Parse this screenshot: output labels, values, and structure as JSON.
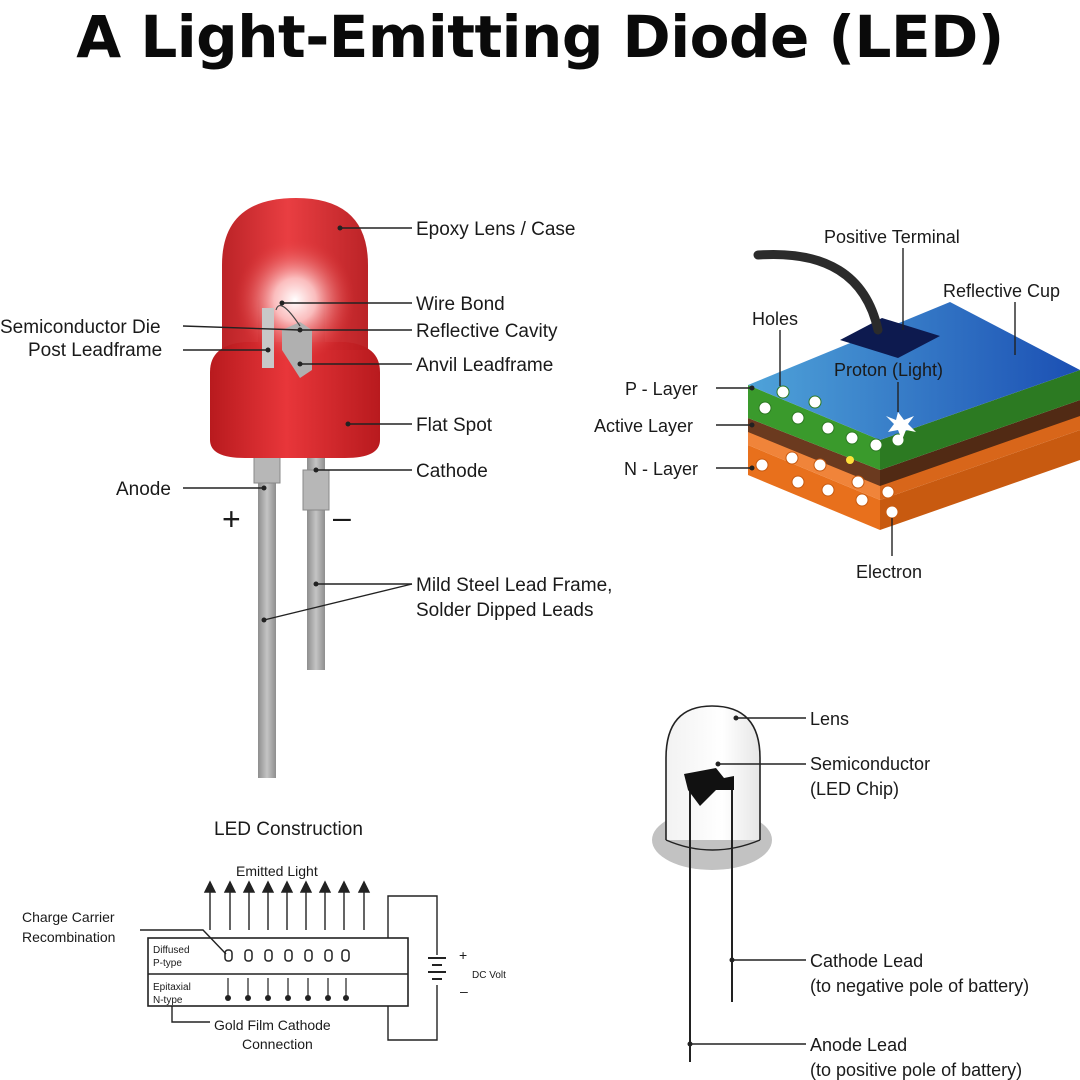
{
  "title": "A Light-Emitting Diode (LED)",
  "led": {
    "labels": {
      "epoxy": "Epoxy Lens / Case",
      "wire_bond": "Wire Bond",
      "semiconductor_die": "Semiconductor Die",
      "reflective_cavity": "Reflective Cavity",
      "post_leadframe": "Post Leadframe",
      "anvil_leadframe": "Anvil Leadframe",
      "flat_spot": "Flat Spot",
      "anode": "Anode",
      "cathode": "Cathode",
      "plus": "+",
      "minus": "–",
      "lead_frame_1": "Mild Steel Lead Frame,",
      "lead_frame_2": "Solder Dipped Leads"
    },
    "colors": {
      "body": "#d9262a",
      "leads": "#a9a9a9"
    }
  },
  "junction": {
    "labels": {
      "positive_terminal": "Positive Terminal",
      "reflective_cup": "Reflective Cup",
      "holes": "Holes",
      "proton": "Proton (Light)",
      "p_layer": "P - Layer",
      "active_layer": "Active Layer",
      "n_layer": "N - Layer",
      "electron": "Electron"
    },
    "colors": {
      "top": "#1f63c8",
      "p": "#3a9a2c",
      "active": "#6b3a1f",
      "n": "#e8701c"
    }
  },
  "construction": {
    "caption": "LED  Construction",
    "emitted_light": "Emitted Light",
    "charge_1": "Charge Carrier",
    "charge_2": "Recombination",
    "p_type_1": "Diffused",
    "p_type_2": "P-type",
    "n_type_1": "Epitaxial",
    "n_type_2": "N-type",
    "dc_volt": "DC Volt",
    "plus": "+",
    "minus": "–",
    "gold_1": "Gold Film Cathode",
    "gold_2": "Connection"
  },
  "simple_led": {
    "lens": "Lens",
    "semiconductor_1": "Semiconductor",
    "semiconductor_2": "(LED Chip)",
    "cathode_1": "Cathode Lead",
    "cathode_2": "(to negative pole of battery)",
    "anode_1": "Anode Lead",
    "anode_2": "(to positive pole of battery)"
  }
}
